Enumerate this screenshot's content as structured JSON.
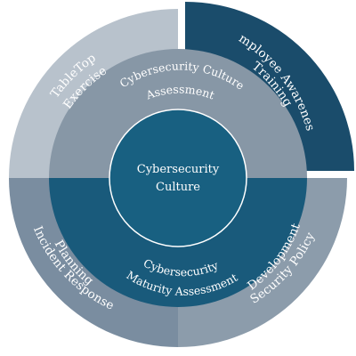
{
  "colors": {
    "outer_top_left": "#b8c2cc",
    "outer_top_right": "#1a4c6b",
    "outer_bottom_left": "#7a8da0",
    "outer_bottom_right": "#8c9cab",
    "middle_top": "#8797a6",
    "middle_bottom": "#195a7b",
    "center": "#186081",
    "text": "#ffffff"
  },
  "outer_segments": {
    "top_left": {
      "line1": "TableTop",
      "line2": "Exercise"
    },
    "top_right": {
      "line1": "Employee Awareness",
      "line2": "Training"
    },
    "bottom_left": {
      "line1": "Incident Response",
      "line2": "Planning"
    },
    "bottom_right": {
      "line1": "Security Policy",
      "line2": "Development"
    }
  },
  "middle_segments": {
    "top": {
      "line1": "Cybersecurity Culture",
      "line2": "Assessment"
    },
    "bottom": {
      "line1": "Cybersecurity",
      "line2": "Maturity Assessment"
    }
  },
  "center": {
    "line1": "Cybersecurity",
    "line2": "Culture"
  }
}
